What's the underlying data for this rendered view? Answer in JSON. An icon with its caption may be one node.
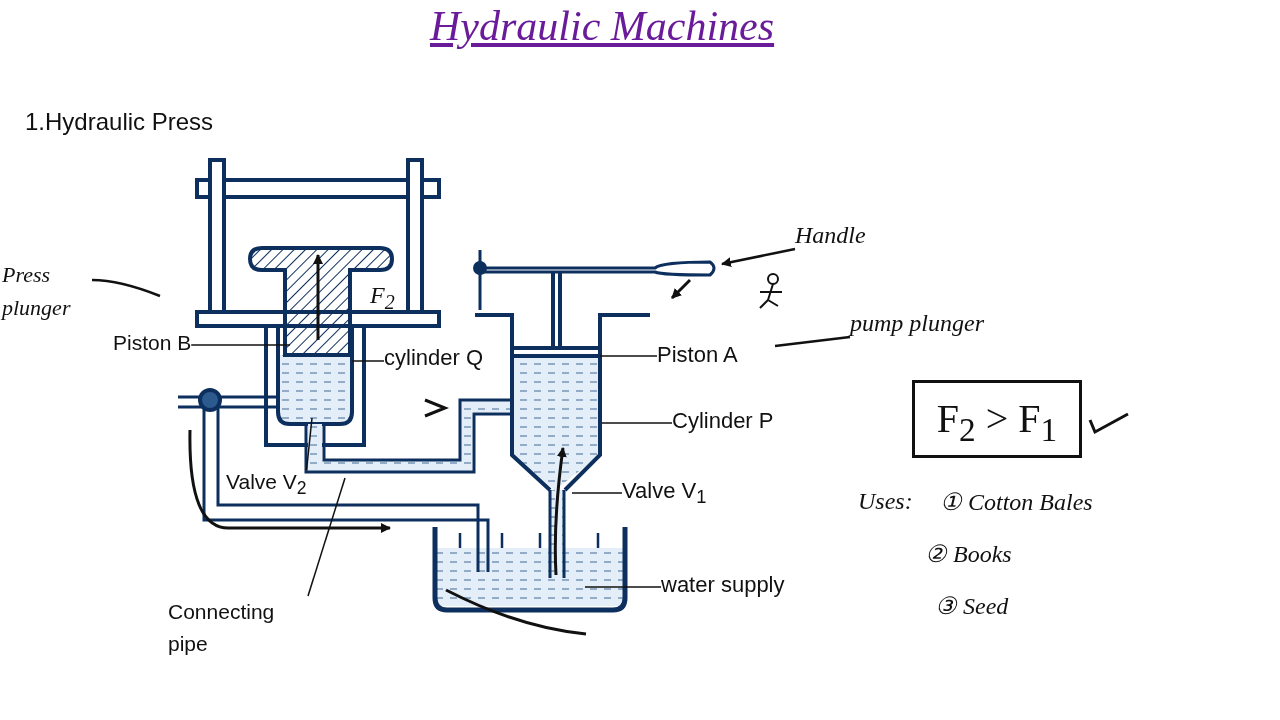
{
  "diagram": {
    "title": "Hydraulic Machines",
    "nodes": [
      {
        "text": [
          "Press plunger"
        ]
      },
      {
        "text": [
          "Piston B"
        ]
      },
      {
        "text": [
          "cylinder Q"
        ]
      },
      {
        "text": [
          "Valve V$_{2}$"
        ]
      },
      {
        "text": [
          "Connecting pipe"
        ]
      },
      {
        "text": [
          "Handle"
        ]
      },
      {
        "text": [
          "pump plunger"
        ]
      },
      {
        "text": [
          "Piston A"
        ]
      },
      {
        "text": [
          "Cylinder P"
        ]
      },
      {
        "text": [
          "Valve V$_{1}$"
        ]
      },
      {
        "text": [
          "water supply"
        ]
      },
      {
        "text": [
          "F$_{2}$ > F$_{1}$"
        ]
      }
    ],
    "edges": [
      {
        "from": 0,
        "to": null,
        "arrow": "none"
      },
      {
        "from": 1,
        "to": null,
        "arrow": "none"
      },
      {
        "from": 2,
        "to": null,
        "arrow": "none"
      },
      {
        "from": 3,
        "to": null,
        "arrow": "none"
      },
      {
        "from": 4,
        "to": null,
        "arrow": "none"
      },
      {
        "from": 5,
        "to": null,
        "arrow": "to"
      },
      {
        "from": 6,
        "to": null,
        "arrow": "none"
      },
      {
        "from": 7,
        "to": null,
        "arrow": "none"
      },
      {
        "from": 8,
        "to": null,
        "arrow": "none"
      },
      {
        "from": 9,
        "to": null,
        "arrow": "none"
      },
      {
        "from": 10,
        "to": null,
        "arrow": "none"
      }
    ],
    "labels": [
      "1.Hydraulic Press",
      "F$_{2}$",
      "Uses:",
      "① Cotton Bales",
      "② Books",
      "③ Seed"
    ]
  }
}
